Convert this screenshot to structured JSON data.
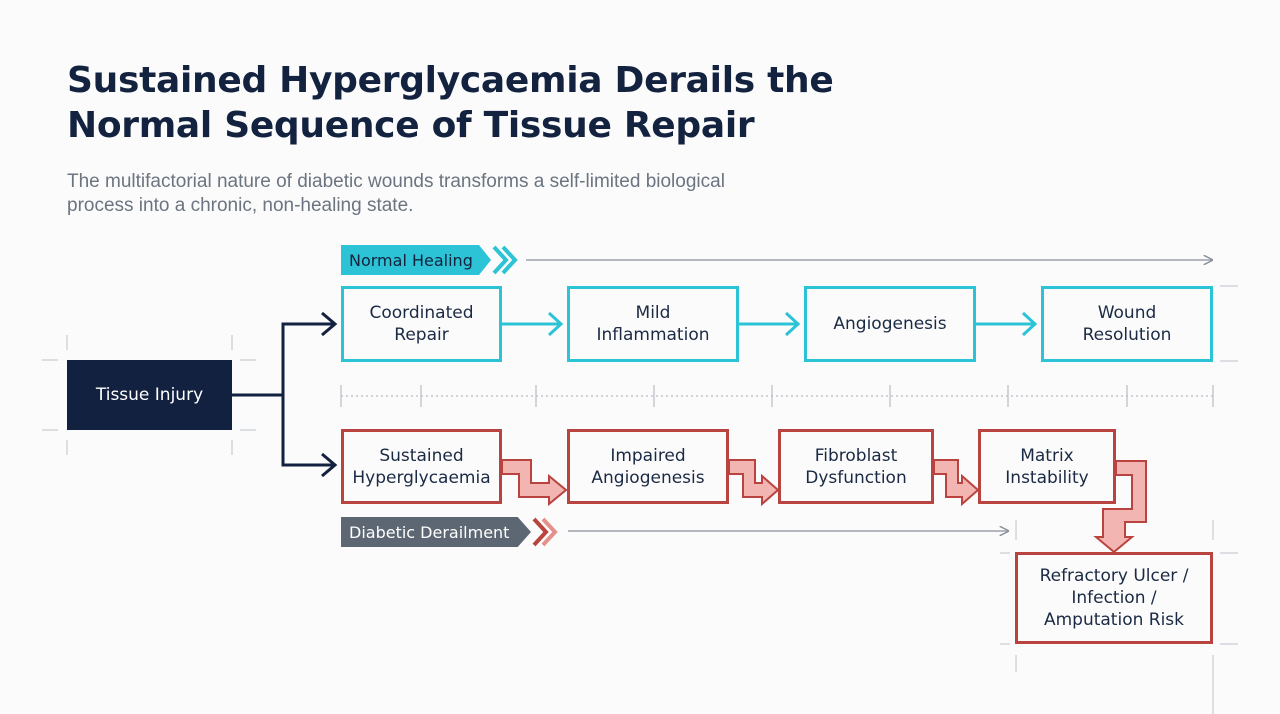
{
  "title_line1": "Sustained Hyperglycaemia Derails the",
  "title_line2": "Normal Sequence of Tissue Repair",
  "subtitle_line1": "The multifactorial nature of diabetic wounds transforms a self-limited biological",
  "subtitle_line2": "process into a chronic, non-healing state.",
  "origin": {
    "line1": "Tissue Injury"
  },
  "normal_path": {
    "label": "Normal Healing",
    "steps": [
      {
        "line1": "Coordinated",
        "line2": "Repair"
      },
      {
        "line1": "Mild",
        "line2": "Inflammation"
      },
      {
        "line1": "Angiogenesis"
      },
      {
        "line1": "Wound",
        "line2": "Resolution"
      }
    ]
  },
  "diabetic_path": {
    "label": "Diabetic Derailment",
    "steps": [
      {
        "line1": "Sustained",
        "line2": "Hyperglycaemia"
      },
      {
        "line1": "Impaired",
        "line2": "Angiogenesis"
      },
      {
        "line1": "Fibroblast",
        "line2": "Dysfunction"
      },
      {
        "line1": "Matrix",
        "line2": "Instability"
      }
    ],
    "outcome": {
      "line1": "Refractory Ulcer /",
      "line2": "Infection /",
      "line3": "Amputation Risk"
    }
  },
  "colors": {
    "navy": "#12213f",
    "normal_accent": "#2bc4d6",
    "diabetic_accent": "#b9443f",
    "diabetic_fill": "#f2b5b2",
    "tag_grey": "#5d6673"
  }
}
